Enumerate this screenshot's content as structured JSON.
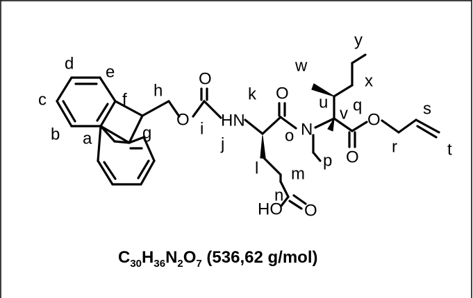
{
  "atoms": {
    "carbonyl_o_top": "O",
    "ester_o": "O",
    "nh": "HN",
    "amide_o": "O",
    "n": "N",
    "ester2_o_single": "O",
    "ester2_o_double": "O",
    "acid_ho": "HO",
    "acid_o": "O"
  },
  "position_labels": {
    "a": "a",
    "b": "b",
    "c": "c",
    "d": "d",
    "e": "e",
    "f": "f",
    "g": "g",
    "h": "h",
    "i": "i",
    "j": "j",
    "k": "k",
    "l": "l",
    "m": "m",
    "n": "n",
    "o": "o",
    "p": "p",
    "q": "q",
    "r": "r",
    "s": "s",
    "t": "t",
    "u": "u",
    "v": "v",
    "w": "w",
    "x": "x",
    "y": "y"
  },
  "formula": {
    "c": "C",
    "c_sub": "30",
    "h": "H",
    "h_sub": "36",
    "n": "N",
    "n_sub": "2",
    "o": "O",
    "o_sub": "7",
    "mass": " (536,62 g/mol)"
  }
}
